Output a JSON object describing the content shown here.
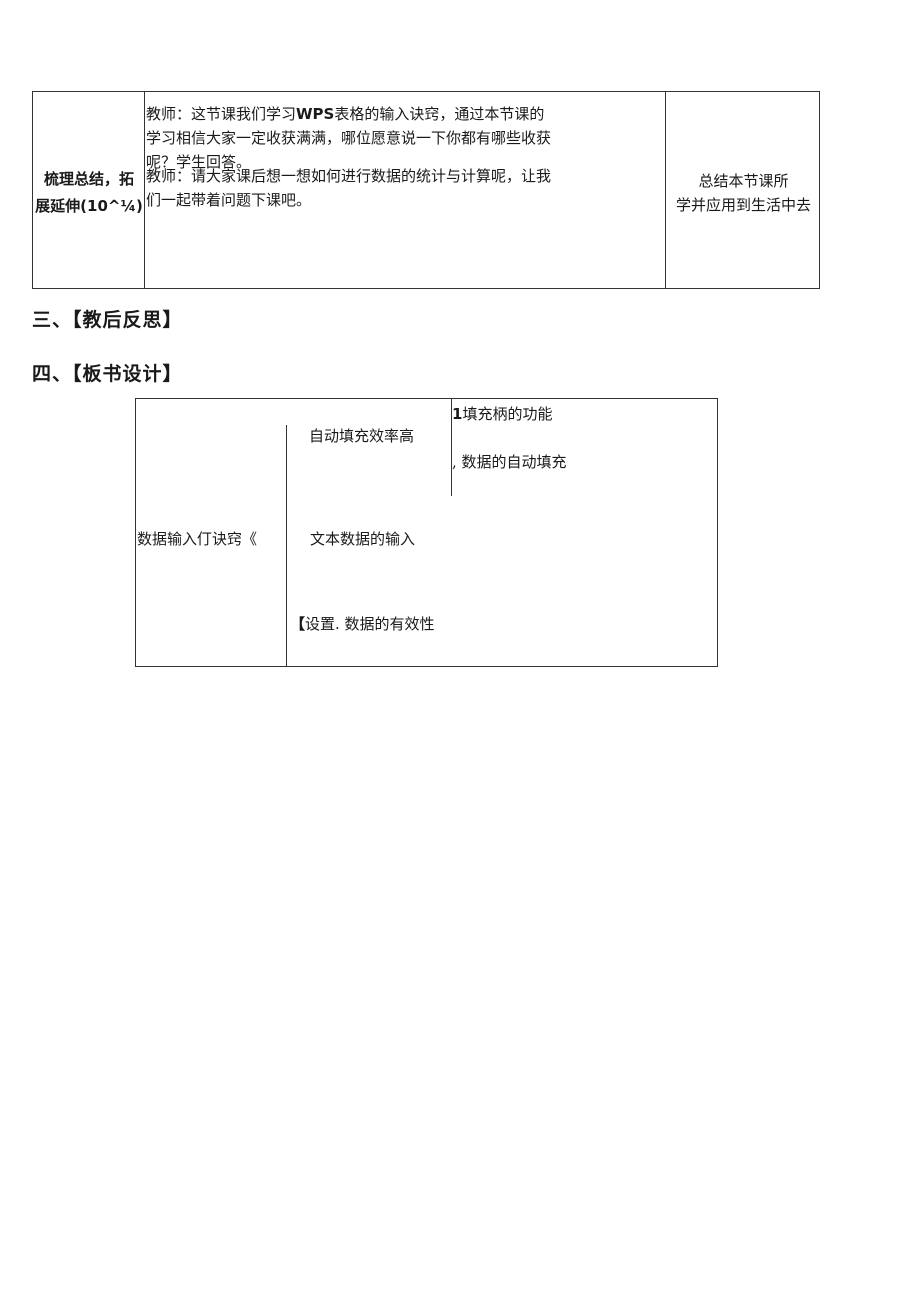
{
  "lesson_row": {
    "stage": [
      "梳理总结，拓",
      "展延伸(10^¼)"
    ],
    "teacher_para1": {
      "prefix": "教师：这节课我们学习",
      "emphasis": "WPS",
      "rest": "表格的输入诀窍，通过本节课的学习相信大家一定收获满满，哪位愿意说一下你都有哪些收获呢？学生回答。"
    },
    "teacher_para2": "教师：请大家课后想一想如何进行数据的统计与计算呢，让我们一起带着问题下课吧。",
    "aim": [
      "总结本节课所",
      "学并应用到生活中去"
    ]
  },
  "sections": {
    "reflection": "三、【教后反思】",
    "board_design": "四、【板书设计】"
  },
  "board": {
    "main": "数据输入仃诀窍《",
    "auto_fill": "自动填充效率高",
    "fill_item1_num": "1",
    "fill_item1_text": "填充柄的功能",
    "fill_item2": ", 数据的自动填充",
    "text_input": "文本数据的输入",
    "validity_bracket": "【",
    "validity": "设置. 数据的有效性"
  }
}
